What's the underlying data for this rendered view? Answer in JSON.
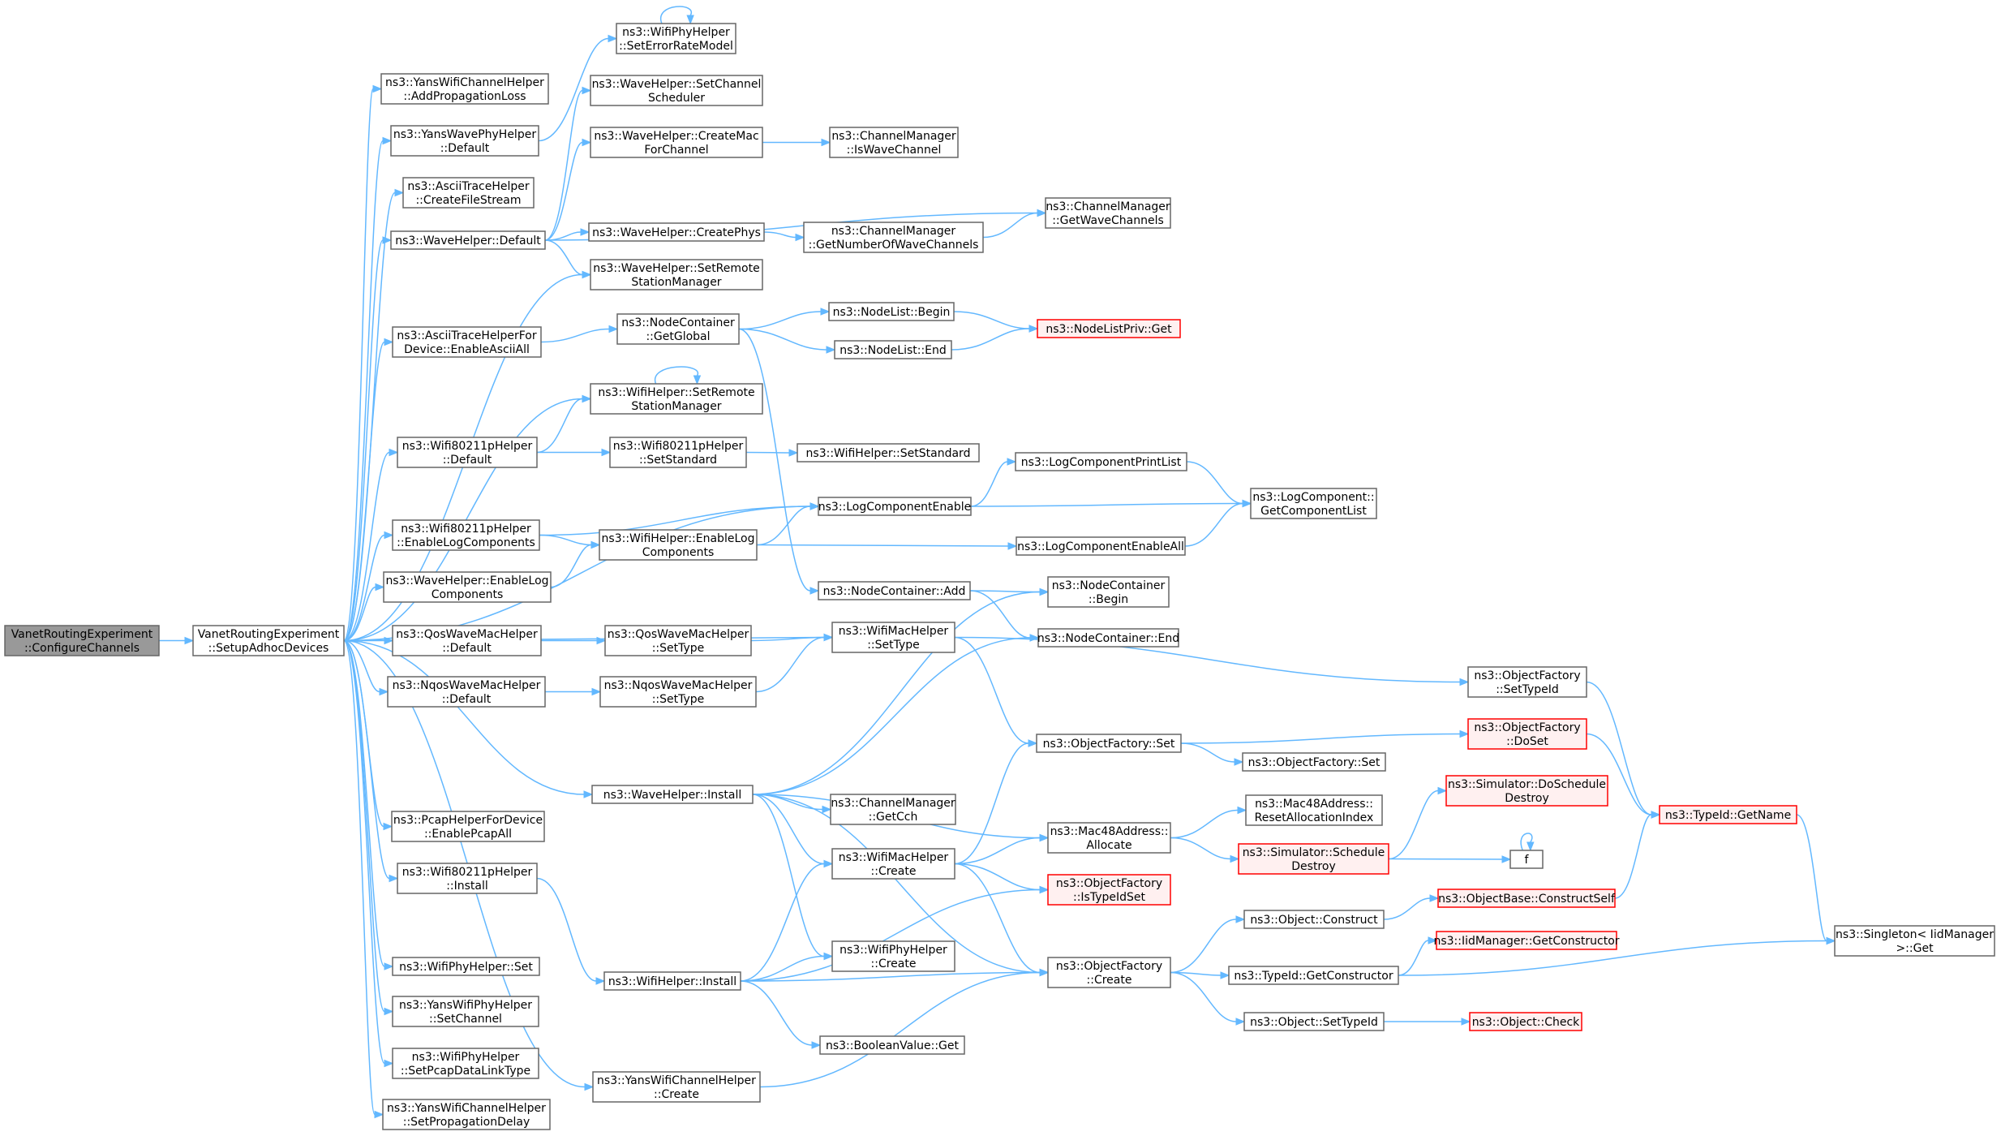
{
  "colors": {
    "edge": "#63b8ff",
    "node_border": "#666666",
    "root_fill": "#999999",
    "truncated_border": "#ff0000",
    "truncated_fill": "#fff0f0"
  },
  "nodes": [
    {
      "id": "root",
      "lines": [
        "VanetRoutingExperiment",
        "::ConfigureChannels"
      ],
      "kind": "root"
    },
    {
      "id": "setup",
      "lines": [
        "VanetRoutingExperiment",
        "::SetupAdhocDevices"
      ]
    },
    {
      "id": "yanschan_addprop",
      "lines": [
        "ns3::YansWifiChannelHelper",
        "::AddPropagationLoss"
      ]
    },
    {
      "id": "yanswave_default",
      "lines": [
        "ns3::YansWavePhyHelper",
        "::Default"
      ]
    },
    {
      "id": "ascii_createfile",
      "lines": [
        "ns3::AsciiTraceHelper",
        "::CreateFileStream"
      ]
    },
    {
      "id": "wave_default",
      "lines": [
        "ns3::WaveHelper::Default"
      ]
    },
    {
      "id": "asciidev_enable",
      "lines": [
        "ns3::AsciiTraceHelperFor",
        "Device::EnableAsciiAll"
      ]
    },
    {
      "id": "w80211_default",
      "lines": [
        "ns3::Wifi80211pHelper",
        "::Default"
      ]
    },
    {
      "id": "w80211_enablelog",
      "lines": [
        "ns3::Wifi80211pHelper",
        "::EnableLogComponents"
      ]
    },
    {
      "id": "wave_enablelog",
      "lines": [
        "ns3::WaveHelper::EnableLog",
        "Components"
      ]
    },
    {
      "id": "qos_default",
      "lines": [
        "ns3::QosWaveMacHelper",
        "::Default"
      ]
    },
    {
      "id": "nqos_default",
      "lines": [
        "ns3::NqosWaveMacHelper",
        "::Default"
      ]
    },
    {
      "id": "pcap_enable",
      "lines": [
        "ns3::PcapHelperForDevice",
        "::EnablePcapAll"
      ]
    },
    {
      "id": "w80211_install",
      "lines": [
        "ns3::Wifi80211pHelper",
        "::Install"
      ]
    },
    {
      "id": "phy_set",
      "lines": [
        "ns3::WifiPhyHelper::Set"
      ]
    },
    {
      "id": "yansphy_setchan",
      "lines": [
        "ns3::YansWifiPhyHelper",
        "::SetChannel"
      ]
    },
    {
      "id": "phy_setpcap",
      "lines": [
        "ns3::WifiPhyHelper",
        "::SetPcapDataLinkType"
      ]
    },
    {
      "id": "yanschan_setdelay",
      "lines": [
        "ns3::YansWifiChannelHelper",
        "::SetPropagationDelay"
      ]
    },
    {
      "id": "phy_seterr",
      "lines": [
        "ns3::WifiPhyHelper",
        "::SetErrorRateModel"
      ]
    },
    {
      "id": "wave_setchsched",
      "lines": [
        "ns3::WaveHelper::SetChannel",
        "Scheduler"
      ]
    },
    {
      "id": "wave_createmac",
      "lines": [
        "ns3::WaveHelper::CreateMac",
        "ForChannel"
      ]
    },
    {
      "id": "wave_createphys",
      "lines": [
        "ns3::WaveHelper::CreatePhys"
      ]
    },
    {
      "id": "wave_setremote",
      "lines": [
        "ns3::WaveHelper::SetRemote",
        "StationManager"
      ]
    },
    {
      "id": "nc_getglobal",
      "lines": [
        "ns3::NodeContainer",
        "::GetGlobal"
      ]
    },
    {
      "id": "wifi_setremote",
      "lines": [
        "ns3::WifiHelper::SetRemote",
        "StationManager"
      ]
    },
    {
      "id": "w80211_setstd",
      "lines": [
        "ns3::Wifi80211pHelper",
        "::SetStandard"
      ]
    },
    {
      "id": "wifi_enablelog",
      "lines": [
        "ns3::WifiHelper::EnableLog",
        "Components"
      ]
    },
    {
      "id": "qos_settype",
      "lines": [
        "ns3::QosWaveMacHelper",
        "::SetType"
      ]
    },
    {
      "id": "nqos_settype",
      "lines": [
        "ns3::NqosWaveMacHelper",
        "::SetType"
      ]
    },
    {
      "id": "wave_install",
      "lines": [
        "ns3::WaveHelper::Install"
      ]
    },
    {
      "id": "wifi_install",
      "lines": [
        "ns3::WifiHelper::Install"
      ]
    },
    {
      "id": "yanschan_create",
      "lines": [
        "ns3::YansWifiChannelHelper",
        "::Create"
      ]
    },
    {
      "id": "cm_iswave",
      "lines": [
        "ns3::ChannelManager",
        "::IsWaveChannel"
      ]
    },
    {
      "id": "cm_getnum",
      "lines": [
        "ns3::ChannelManager",
        "::GetNumberOfWaveChannels"
      ]
    },
    {
      "id": "nodelist_begin",
      "lines": [
        "ns3::NodeList::Begin"
      ]
    },
    {
      "id": "nodelist_end",
      "lines": [
        "ns3::NodeList::End"
      ]
    },
    {
      "id": "wifi_setstd",
      "lines": [
        "ns3::WifiHelper::SetStandard"
      ]
    },
    {
      "id": "logenable",
      "lines": [
        "ns3::LogComponentEnable"
      ]
    },
    {
      "id": "nc_add",
      "lines": [
        "ns3::NodeContainer::Add"
      ]
    },
    {
      "id": "mac_settype",
      "lines": [
        "ns3::WifiMacHelper",
        "::SetType"
      ]
    },
    {
      "id": "cm_getcch",
      "lines": [
        "ns3::ChannelManager",
        "::GetCch"
      ]
    },
    {
      "id": "mac_create",
      "lines": [
        "ns3::WifiMacHelper",
        "::Create"
      ]
    },
    {
      "id": "phy_create",
      "lines": [
        "ns3::WifiPhyHelper",
        "::Create"
      ]
    },
    {
      "id": "bool_get",
      "lines": [
        "ns3::BooleanValue::Get"
      ]
    },
    {
      "id": "cm_getwave",
      "lines": [
        "ns3::ChannelManager",
        "::GetWaveChannels"
      ]
    },
    {
      "id": "nlpriv_get",
      "lines": [
        "ns3::NodeListPriv::Get"
      ],
      "kind": "trunc"
    },
    {
      "id": "logprintlist",
      "lines": [
        "ns3::LogComponentPrintList"
      ]
    },
    {
      "id": "logenableall",
      "lines": [
        "ns3::LogComponentEnableAll"
      ]
    },
    {
      "id": "nc_begin",
      "lines": [
        "ns3::NodeContainer",
        "::Begin"
      ]
    },
    {
      "id": "nc_end",
      "lines": [
        "ns3::NodeContainer::End"
      ]
    },
    {
      "id": "of_set",
      "lines": [
        "ns3::ObjectFactory::Set"
      ]
    },
    {
      "id": "mac48_alloc",
      "lines": [
        "ns3::Mac48Address::",
        "Allocate"
      ]
    },
    {
      "id": "of_istypeidset",
      "lines": [
        "ns3::ObjectFactory",
        "::IsTypeIdSet"
      ],
      "kind": "trunc"
    },
    {
      "id": "of_create",
      "lines": [
        "ns3::ObjectFactory",
        "::Create"
      ]
    },
    {
      "id": "logcomp_getlist",
      "lines": [
        "ns3::LogComponent::",
        "GetComponentList"
      ]
    },
    {
      "id": "of_set2",
      "lines": [
        "ns3::ObjectFactory::Set"
      ]
    },
    {
      "id": "mac48_reset",
      "lines": [
        "ns3::Mac48Address::",
        "ResetAllocationIndex"
      ]
    },
    {
      "id": "sim_schedule",
      "lines": [
        "ns3::Simulator::Schedule",
        "Destroy"
      ],
      "kind": "trunc"
    },
    {
      "id": "obj_construct",
      "lines": [
        "ns3::Object::Construct"
      ]
    },
    {
      "id": "typeid_getctor",
      "lines": [
        "ns3::TypeId::GetConstructor"
      ]
    },
    {
      "id": "obj_settypeid",
      "lines": [
        "ns3::Object::SetTypeId"
      ]
    },
    {
      "id": "of_settypeid",
      "lines": [
        "ns3::ObjectFactory",
        "::SetTypeId"
      ]
    },
    {
      "id": "of_doset",
      "lines": [
        "ns3::ObjectFactory",
        "::DoSet"
      ],
      "kind": "trunc"
    },
    {
      "id": "sim_doschedule",
      "lines": [
        "ns3::Simulator::DoSchedule",
        "Destroy"
      ],
      "kind": "trunc"
    },
    {
      "id": "f",
      "lines": [
        "f"
      ]
    },
    {
      "id": "objbase_construct",
      "lines": [
        "ns3::ObjectBase::ConstructSelf"
      ],
      "kind": "trunc"
    },
    {
      "id": "iid_getctor",
      "lines": [
        "ns3::IidManager::GetConstructor"
      ],
      "kind": "trunc"
    },
    {
      "id": "obj_check",
      "lines": [
        "ns3::Object::Check"
      ],
      "kind": "trunc"
    },
    {
      "id": "typeid_getname",
      "lines": [
        "ns3::TypeId::GetName"
      ],
      "kind": "trunc"
    },
    {
      "id": "singleton_get",
      "lines": [
        "ns3::Singleton< IidManager",
        ">::Get"
      ]
    }
  ],
  "edges": [
    [
      "root",
      "setup"
    ],
    [
      "setup",
      "yanschan_addprop"
    ],
    [
      "setup",
      "yanswave_default"
    ],
    [
      "setup",
      "ascii_createfile"
    ],
    [
      "setup",
      "wave_default"
    ],
    [
      "setup",
      "wave_setremote"
    ],
    [
      "setup",
      "asciidev_enable"
    ],
    [
      "setup",
      "wifi_setremote"
    ],
    [
      "setup",
      "w80211_default"
    ],
    [
      "setup",
      "w80211_enablelog"
    ],
    [
      "setup",
      "wave_enablelog"
    ],
    [
      "setup",
      "logenable"
    ],
    [
      "setup",
      "qos_default"
    ],
    [
      "setup",
      "nqos_default"
    ],
    [
      "setup",
      "mac_settype"
    ],
    [
      "setup",
      "wave_install"
    ],
    [
      "setup",
      "pcap_enable"
    ],
    [
      "setup",
      "w80211_install"
    ],
    [
      "setup",
      "phy_set"
    ],
    [
      "setup",
      "yansphy_setchan"
    ],
    [
      "setup",
      "phy_setpcap"
    ],
    [
      "setup",
      "yanschan_setdelay"
    ],
    [
      "setup",
      "yanschan_create"
    ],
    [
      "yanswave_default",
      "phy_seterr"
    ],
    [
      "phy_seterr",
      "phy_seterr"
    ],
    [
      "wave_default",
      "wave_setchsched"
    ],
    [
      "wave_default",
      "wave_createmac"
    ],
    [
      "wave_default",
      "cm_getwave"
    ],
    [
      "wave_default",
      "wave_createphys"
    ],
    [
      "wave_default",
      "wave_setremote"
    ],
    [
      "wave_createmac",
      "cm_iswave"
    ],
    [
      "wave_createphys",
      "cm_getnum"
    ],
    [
      "cm_getnum",
      "cm_getwave"
    ],
    [
      "asciidev_enable",
      "nc_getglobal"
    ],
    [
      "nc_getglobal",
      "nodelist_begin"
    ],
    [
      "nc_getglobal",
      "nodelist_end"
    ],
    [
      "nc_getglobal",
      "nc_add"
    ],
    [
      "nodelist_begin",
      "nlpriv_get"
    ],
    [
      "nodelist_end",
      "nlpriv_get"
    ],
    [
      "wifi_setremote",
      "wifi_setremote"
    ],
    [
      "w80211_default",
      "wifi_setremote"
    ],
    [
      "w80211_default",
      "w80211_setstd"
    ],
    [
      "w80211_setstd",
      "wifi_setstd"
    ],
    [
      "w80211_enablelog",
      "logenable"
    ],
    [
      "w80211_enablelog",
      "wifi_enablelog"
    ],
    [
      "wave_enablelog",
      "wifi_enablelog"
    ],
    [
      "wifi_enablelog",
      "logenable"
    ],
    [
      "wifi_enablelog",
      "logenableall"
    ],
    [
      "logenable",
      "logprintlist"
    ],
    [
      "logenable",
      "logcomp_getlist"
    ],
    [
      "logprintlist",
      "logcomp_getlist"
    ],
    [
      "logenableall",
      "logcomp_getlist"
    ],
    [
      "nc_add",
      "nc_begin"
    ],
    [
      "nc_add",
      "nc_end"
    ],
    [
      "qos_default",
      "qos_settype"
    ],
    [
      "qos_settype",
      "mac_settype"
    ],
    [
      "nqos_default",
      "nqos_settype"
    ],
    [
      "nqos_settype",
      "mac_settype"
    ],
    [
      "mac_settype",
      "of_settypeid"
    ],
    [
      "mac_settype",
      "of_set"
    ],
    [
      "wave_install",
      "nc_begin"
    ],
    [
      "wave_install",
      "nc_end"
    ],
    [
      "wave_install",
      "cm_getcch"
    ],
    [
      "wave_install",
      "mac48_alloc"
    ],
    [
      "wave_install",
      "mac_create"
    ],
    [
      "wave_install",
      "phy_create"
    ],
    [
      "wave_install",
      "of_create"
    ],
    [
      "w80211_install",
      "wifi_install"
    ],
    [
      "wifi_install",
      "mac_create"
    ],
    [
      "wifi_install",
      "phy_create"
    ],
    [
      "wifi_install",
      "of_create"
    ],
    [
      "wifi_install",
      "bool_get"
    ],
    [
      "wifi_install",
      "of_istypeidset"
    ],
    [
      "yanschan_create",
      "of_create"
    ],
    [
      "mac_create",
      "of_set"
    ],
    [
      "mac_create",
      "mac48_alloc"
    ],
    [
      "mac_create",
      "of_istypeidset"
    ],
    [
      "mac_create",
      "of_create"
    ],
    [
      "of_set",
      "of_doset"
    ],
    [
      "of_set",
      "of_set2"
    ],
    [
      "mac48_alloc",
      "mac48_reset"
    ],
    [
      "mac48_alloc",
      "sim_schedule"
    ],
    [
      "sim_schedule",
      "sim_doschedule"
    ],
    [
      "sim_schedule",
      "f"
    ],
    [
      "f",
      "f"
    ],
    [
      "of_create",
      "obj_construct"
    ],
    [
      "of_create",
      "typeid_getctor"
    ],
    [
      "of_create",
      "obj_settypeid"
    ],
    [
      "obj_construct",
      "objbase_construct"
    ],
    [
      "typeid_getctor",
      "iid_getctor"
    ],
    [
      "typeid_getctor",
      "singleton_get"
    ],
    [
      "obj_settypeid",
      "obj_check"
    ],
    [
      "of_settypeid",
      "typeid_getname"
    ],
    [
      "of_doset",
      "typeid_getname"
    ],
    [
      "objbase_construct",
      "typeid_getname"
    ],
    [
      "typeid_getname",
      "singleton_get"
    ]
  ]
}
